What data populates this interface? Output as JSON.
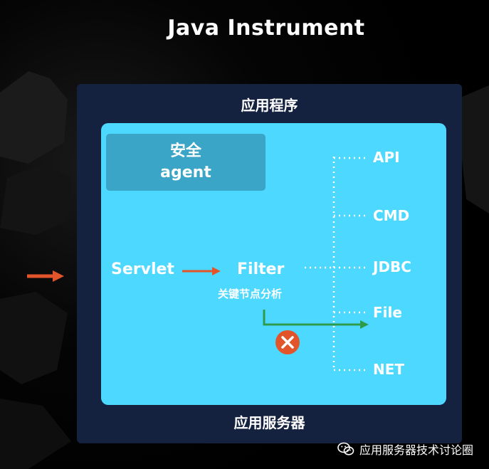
{
  "title": "Java Instrument",
  "app_panel": {
    "title": "应用程序",
    "server_label": "应用服务器"
  },
  "agent": {
    "line1": "安全",
    "line2": "agent"
  },
  "flow": {
    "servlet": "Servlet",
    "filter": "Filter",
    "filter_caption": "关键节点分析"
  },
  "targets": [
    "API",
    "CMD",
    "JDBC",
    "File",
    "NET"
  ],
  "watermark": {
    "text": "应用服务器技术讨论圈",
    "icon": "wechat-icon"
  },
  "colors": {
    "background": "#000000",
    "outer_panel": "#14213f",
    "inner_panel": "#4dd8ff",
    "agent_box": "#3aa5c6",
    "arrow_orange": "#e2552b",
    "green_path": "#2e9b4c",
    "block_icon": "#e2552b"
  }
}
